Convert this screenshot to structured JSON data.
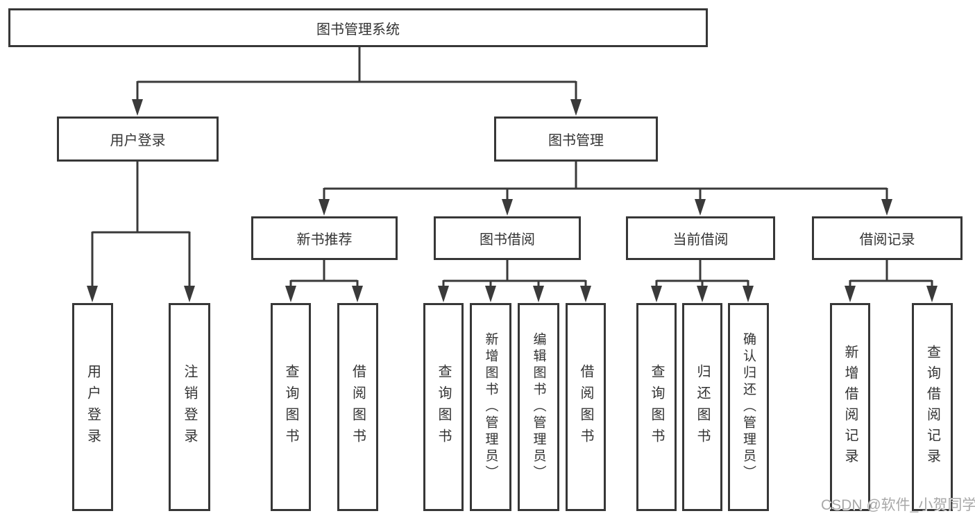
{
  "diagram": {
    "type": "tree-hierarchy",
    "root": {
      "label": "图书管理系统"
    },
    "branches": [
      {
        "label": "用户登录",
        "children": [
          {
            "label": "用户登录"
          },
          {
            "label": "注销登录"
          }
        ]
      },
      {
        "label": "图书管理",
        "children": [
          {
            "label": "新书推荐",
            "children": [
              {
                "label": "查询图书"
              },
              {
                "label": "借阅图书"
              }
            ]
          },
          {
            "label": "图书借阅",
            "children": [
              {
                "label": "查询图书"
              },
              {
                "label": "新增图书（管理员）"
              },
              {
                "label": "编辑图书（管理员）"
              },
              {
                "label": "借阅图书"
              }
            ]
          },
          {
            "label": "当前借阅",
            "children": [
              {
                "label": "查询图书"
              },
              {
                "label": "归还图书"
              },
              {
                "label": "确认归还（管理员）"
              }
            ]
          },
          {
            "label": "借阅记录",
            "children": [
              {
                "label": "新增借阅记录"
              },
              {
                "label": "查询借阅记录"
              }
            ]
          }
        ]
      }
    ]
  },
  "watermark": {
    "text": "CSDN @软件_小贺同学"
  },
  "colors": {
    "line": "#3a3a3a",
    "box_border": "#373737",
    "text": "#333333",
    "watermark": "#a8a8a8",
    "background": "#ffffff"
  }
}
